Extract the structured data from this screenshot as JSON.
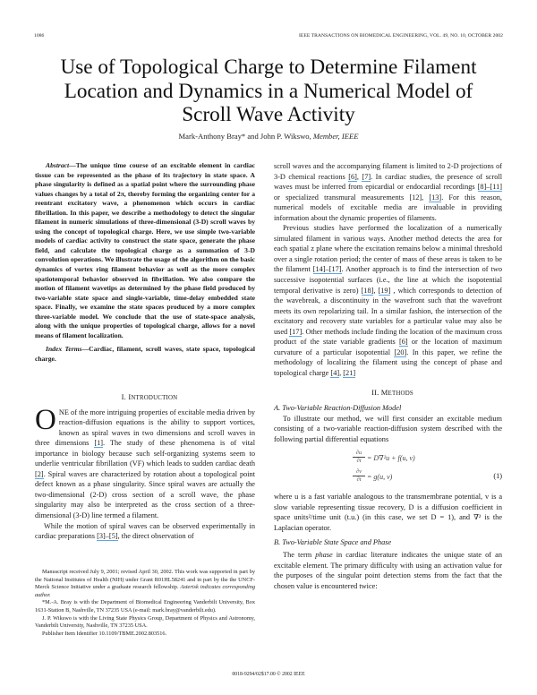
{
  "header": {
    "page_number": "1086",
    "journal": "IEEE TRANSACTIONS ON BIOMEDICAL ENGINEERING, VOL. 49, NO. 10, OCTOBER 2002"
  },
  "title": {
    "line1": "Use of Topological Charge to Determine Filament",
    "line2": "Location and Dynamics in a Numerical Model of",
    "line3": "Scroll Wave Activity"
  },
  "authors": {
    "names": "Mark-Anthony Bray* and John P. Wikswo, ",
    "membership": "Member, IEEE"
  },
  "abstract": {
    "label": "Abstract",
    "text": "—The unique time course of an excitable element in cardiac tissue can be represented as the phase of its trajectory in state space. A phase singularity is defined as a spatial point where the surrounding phase values changes by a total of 2π, thereby forming the organizing center for a reentrant excitatory wave, a phenomenon which occurs in cardiac fibrillation. In this paper, we describe a methodology to detect the singular filament in numeric simulations of three-dimensional (3-D) scroll waves by using the concept of topological charge. Here, we use simple two-variable models of cardiac activity to construct the state space, generate the phase field, and calculate the topological charge as a summation of 3-D convolution operations. We illustrate the usage of the algorithm on the basic dynamics of vortex ring filament behavior as well as the more complex spatiotemporal behavior observed in fibrillation. We also compare the motion of filament wavetips as determined by the phase field produced by two-variable state space and single-variable, time-delay embedded state space. Finally, we examine the state spaces produced by a more complex three-variable model. We conclude that the use of state-space analysis, along with the unique properties of topological charge, allows for a novel means of filament localization."
  },
  "index_terms": {
    "label": "Index Terms",
    "text": "—Cardiac, filament, scroll waves, state space, topological charge."
  },
  "section1": {
    "number": "I. I",
    "title_rest": "NTRODUCTION",
    "dropcap": "O",
    "p1_a": "NE of the more intriguing properties of excitable media driven by reaction-diffusion equations is the ability to support vortices, known as spiral waves in two dimensions and scroll waves in three dimensions ",
    "cite1": "[1]",
    "p1_b": ". The study of these phenomena is of vital importance in biology because such self-organizing systems seem to underlie ventricular fibrillation (VF) which leads to sudden cardiac death ",
    "cite2": "[2]",
    "p1_c": ". Spiral waves are characterized by rotation about a topological point defect known as a phase singularity. Since spiral waves are actually the two-dimensional (2-D) cross section of a scroll wave, the phase singularity may also be interpreted as the cross section of a three-dimensional (3-D) line termed a filament.",
    "p2_a": "While the motion of spiral waves can be observed experimentally in cardiac preparations ",
    "cite3": "[3]–[5]",
    "p2_b": ", the direct observation of"
  },
  "footnotes": {
    "f1_a": "Manuscript received July 9, 2001; revised April 30, 2002. This work was supported in part by the National Institutes of Health (NIH) under Grant R01HL58241 and in part by the the UNCF-Merck Science Initiative under a graduate research fellowship. ",
    "f1_italic": "Asterisk indicates corresponding author.",
    "f2": "*M.-A. Bray is with the Department of Biomedical Engineering Vanderbilt University, Box 1631-Station B, Nashville, TN 37235 USA (e-mail: mark.bray@vanderbilt.edu).",
    "f3": "J. P. Wikswo is with the Living State Physics Group, Department of Physics and Astronomy, Vanderbilt University, Nashville, TN 37235 USA.",
    "f4": "Publisher Item Identifier 10.1109/TBME.2002.803516."
  },
  "right_column": {
    "p1_a": "scroll waves and the accompanying filament is limited to 2-D projections of 3-D chemical reactions ",
    "cite_6": "[6]",
    "sep1": ", ",
    "cite_7": "[7]",
    "p1_b": ". In cardiac studies, the presence of scroll waves must be inferred from epicardial or endocardial recordings ",
    "cite_8_11": "[8]–[11]",
    "p1_c": " or specialized transmural measurements [12], ",
    "cite_13": "[13]",
    "p1_d": ". For this reason, numerical models of excitable media are invaluable in providing information about the dynamic properties of filaments.",
    "p2_a": "Previous studies have performed the localization of a numerically simulated filament in various ways. Another method detects the area for each spatial z plane where the excitation remains below a minimal threshold over a single rotation period; the center of mass of these areas is taken to be the filament ",
    "cite_14_17": "[14]–[17]",
    "p2_b": ". Another approach is to find the intersection of two successive isopotential surfaces (i.e., the line at which the isopotential temporal derivative is zero) ",
    "cite_18": "[18]",
    "sep2": ", ",
    "cite_19": "[19]",
    "p2_c": " , which corresponds to detection of the wavebreak, a discontinuity in the wavefront such that the wavefront meets its own repolarizing tail. In a similar fashion, the intersection of the excitatory and recovery state variables for a particular value may also be used ",
    "cite_17": "[17]",
    "p2_d": ". Other methods include finding the location of the maximum cross product of the state variable gradients ",
    "cite_6b": "[6]",
    "p2_e": " or the location of maximum curvature of a particular isopotential ",
    "cite_20": "[20]",
    "p2_f": ". In this paper, we refine the methodology of localizing the filament using the concept of phase and topological charge ",
    "cite_4": "[4]",
    "sep3": ", ",
    "cite_21": "[21]"
  },
  "section2": {
    "number": "II. M",
    "title_rest": "ETHODS",
    "subA": "A. Two-Variable Reaction-Diffusion Model",
    "pA": "To illustrate our method, we will first consider an excitable medium consisting of a two-variable reaction-diffusion system described with the following partial differential equations",
    "eq1_num": "∂u",
    "eq1_den": "∂t",
    "eq1_rhs": "= D∇²u + f(u, v)",
    "eq2_num": "∂v",
    "eq2_den": "∂t",
    "eq2_rhs": "= g(u, v)",
    "eq_label": "(1)",
    "pB": "where u is a fast variable analogous to the transmembrane potential, v is a slow variable representing tissue recovery, D is a diffusion coefficient in space units²/time unit (t.u.) (in this case, we set D = 1), and ∇² is the Laplacian operator.",
    "subB": "B. Two-Variable State Space and Phase",
    "pC_a": "The term ",
    "pC_italic": "phase",
    "pC_b": " in cardiac literature indicates the unique state of an excitable element. The primary difficulty with using an activation value for the purposes of the singular point detection stems from the fact that the chosen value is encountered twice:"
  },
  "footer": {
    "copyright": "0018-9294/02$17.00 © 2002 IEEE"
  },
  "colors": {
    "text": "#1a1a1a",
    "citation_underline": "#5aa6e6"
  }
}
